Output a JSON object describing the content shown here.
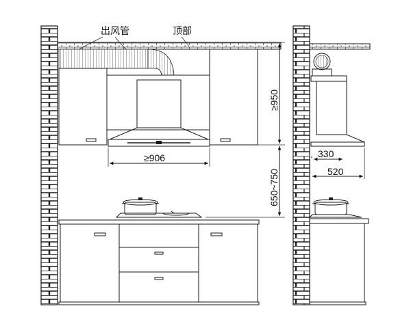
{
  "labels": {
    "duct": "出风管",
    "ceiling": "顶部"
  },
  "dimensions": {
    "width_min": "≥906",
    "cabinet_height": "≥950",
    "install_height": "650~750",
    "depth_a": "330",
    "depth_b": "520"
  }
}
